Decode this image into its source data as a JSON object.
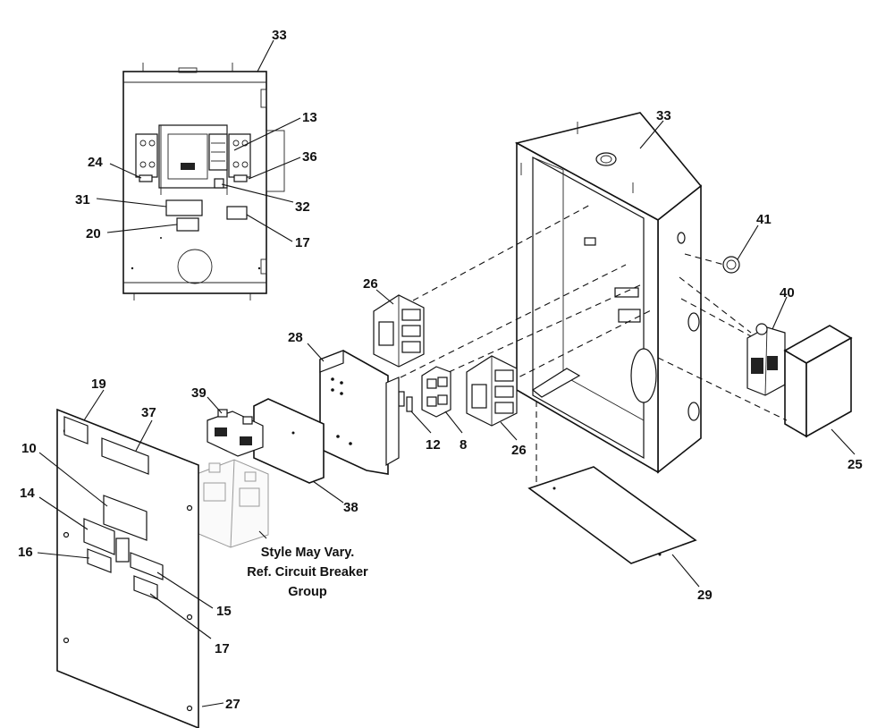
{
  "callouts": {
    "c33_top": "33",
    "c13": "13",
    "c24": "24",
    "c36": "36",
    "c31": "31",
    "c32": "32",
    "c20": "20",
    "c17_top": "17",
    "c33_right": "33",
    "c41": "41",
    "c40": "40",
    "c26_upper": "26",
    "c28": "28",
    "c39": "39",
    "c12": "12",
    "c8": "8",
    "c26_lower": "26",
    "c25": "25",
    "c19": "19",
    "c37": "37",
    "c10": "10",
    "c14": "14",
    "c16": "16",
    "c15": "15",
    "c17_bottom": "17",
    "c38": "38",
    "c29": "29",
    "c27": "27"
  },
  "note": {
    "line1": "Style May Vary.",
    "line2": "Ref. Circuit Breaker",
    "line3": "Group"
  }
}
